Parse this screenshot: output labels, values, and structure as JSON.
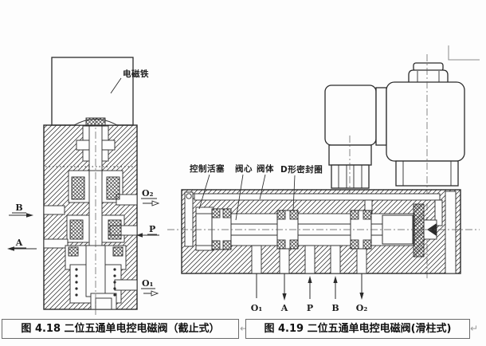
{
  "fig1": {
    "caption": "图 4.18 二位五通单电控电磁阀（截止式）",
    "para_mark": "↵",
    "labels": {
      "solenoid": "电磁铁"
    },
    "ports": {
      "b": "B",
      "a": "A",
      "o2": "O₂",
      "p": "P",
      "o1": "O₁"
    }
  },
  "fig2": {
    "caption": "图 4.19 二位五通单电控电磁阀(滑柱式)",
    "para_mark": "↵",
    "labels": {
      "control_piston": "控制活塞",
      "valve_core": "阀心",
      "valve_body": "阀体",
      "d_seal": "D形密封圈"
    },
    "ports": {
      "o1": "O₁",
      "a": "A",
      "p": "P",
      "b": "B",
      "o2": "O₂"
    }
  },
  "colors": {
    "ink": "#2b2b2b",
    "paper": "#fdfdfd",
    "caption_border": "#6b6b6b",
    "paragraph_mark": "#9b9b9b"
  }
}
